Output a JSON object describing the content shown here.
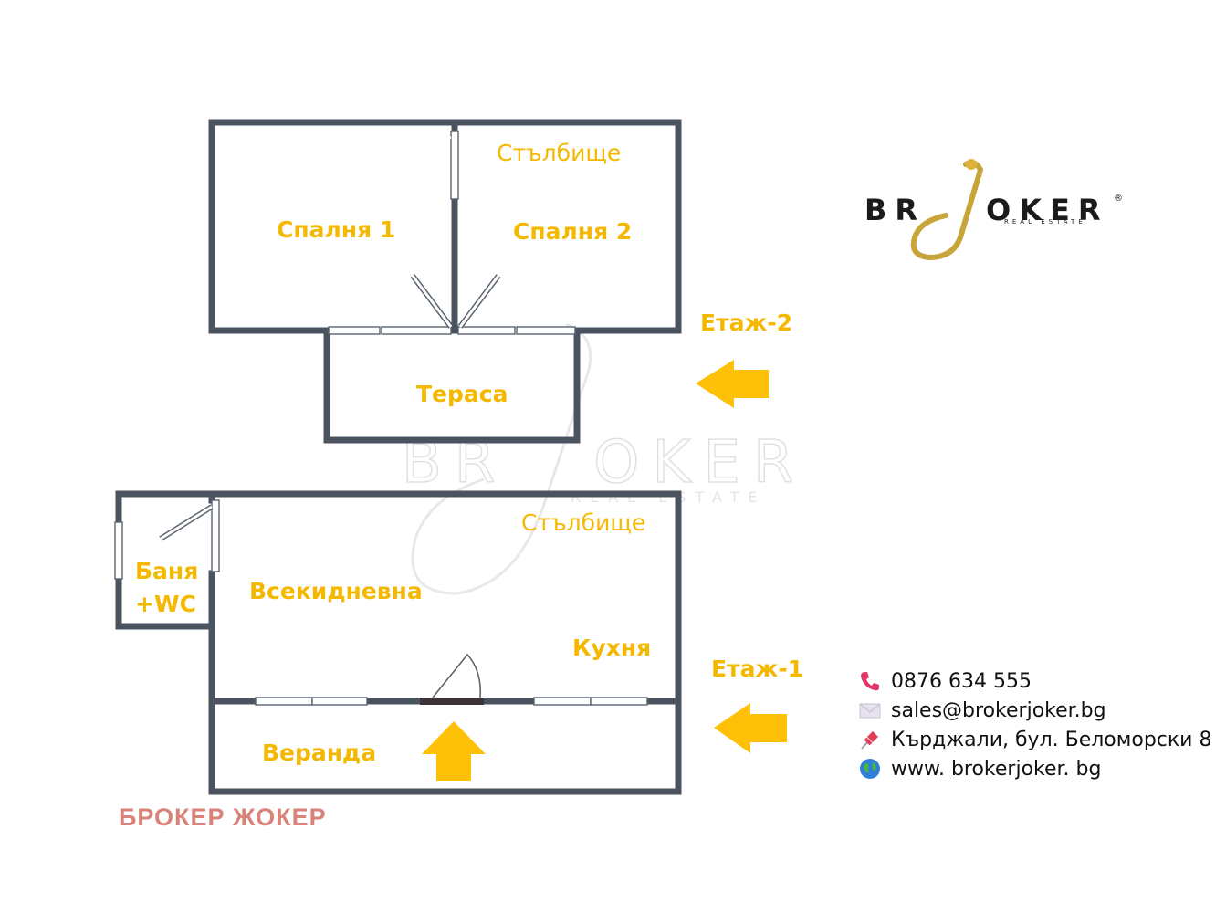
{
  "floor2": {
    "label": "Етаж-2",
    "rooms": {
      "bedroom1": "Спалня 1",
      "bedroom2": "Спалня 2",
      "stairs": "Стълбище",
      "terrace": "Тераса"
    }
  },
  "floor1": {
    "label": "Етаж-1",
    "rooms": {
      "bathroom_line1": "Баня",
      "bathroom_line2": "+WC",
      "living": "Всекидневна",
      "stairs": "Стълбище",
      "kitchen": "Кухня",
      "veranda": "Веранда"
    }
  },
  "logo": {
    "brand_left": "BR",
    "brand_right": "OKER",
    "tagline": "REAL ESTATE",
    "registered": "®"
  },
  "watermark": {
    "brand_left": "BR",
    "brand_right": "OKER",
    "tagline": "REAL ESTATE"
  },
  "contacts": {
    "phone": "0876 634 555",
    "email": "sales@brokerjoker.bg",
    "address": "Кърджали, бул. Беломорски 8",
    "website": "www. brokerjoker. bg"
  },
  "footer": {
    "brand": "БРОКЕР ЖОКЕР"
  },
  "colors": {
    "label": "#f5b800",
    "arrow": "#ffc107",
    "wall": "#4b5360",
    "footer": "#d9827a"
  },
  "icons": {
    "phone": "phone-icon",
    "email": "envelope-icon",
    "address": "pushpin-icon",
    "website": "globe-icon"
  }
}
